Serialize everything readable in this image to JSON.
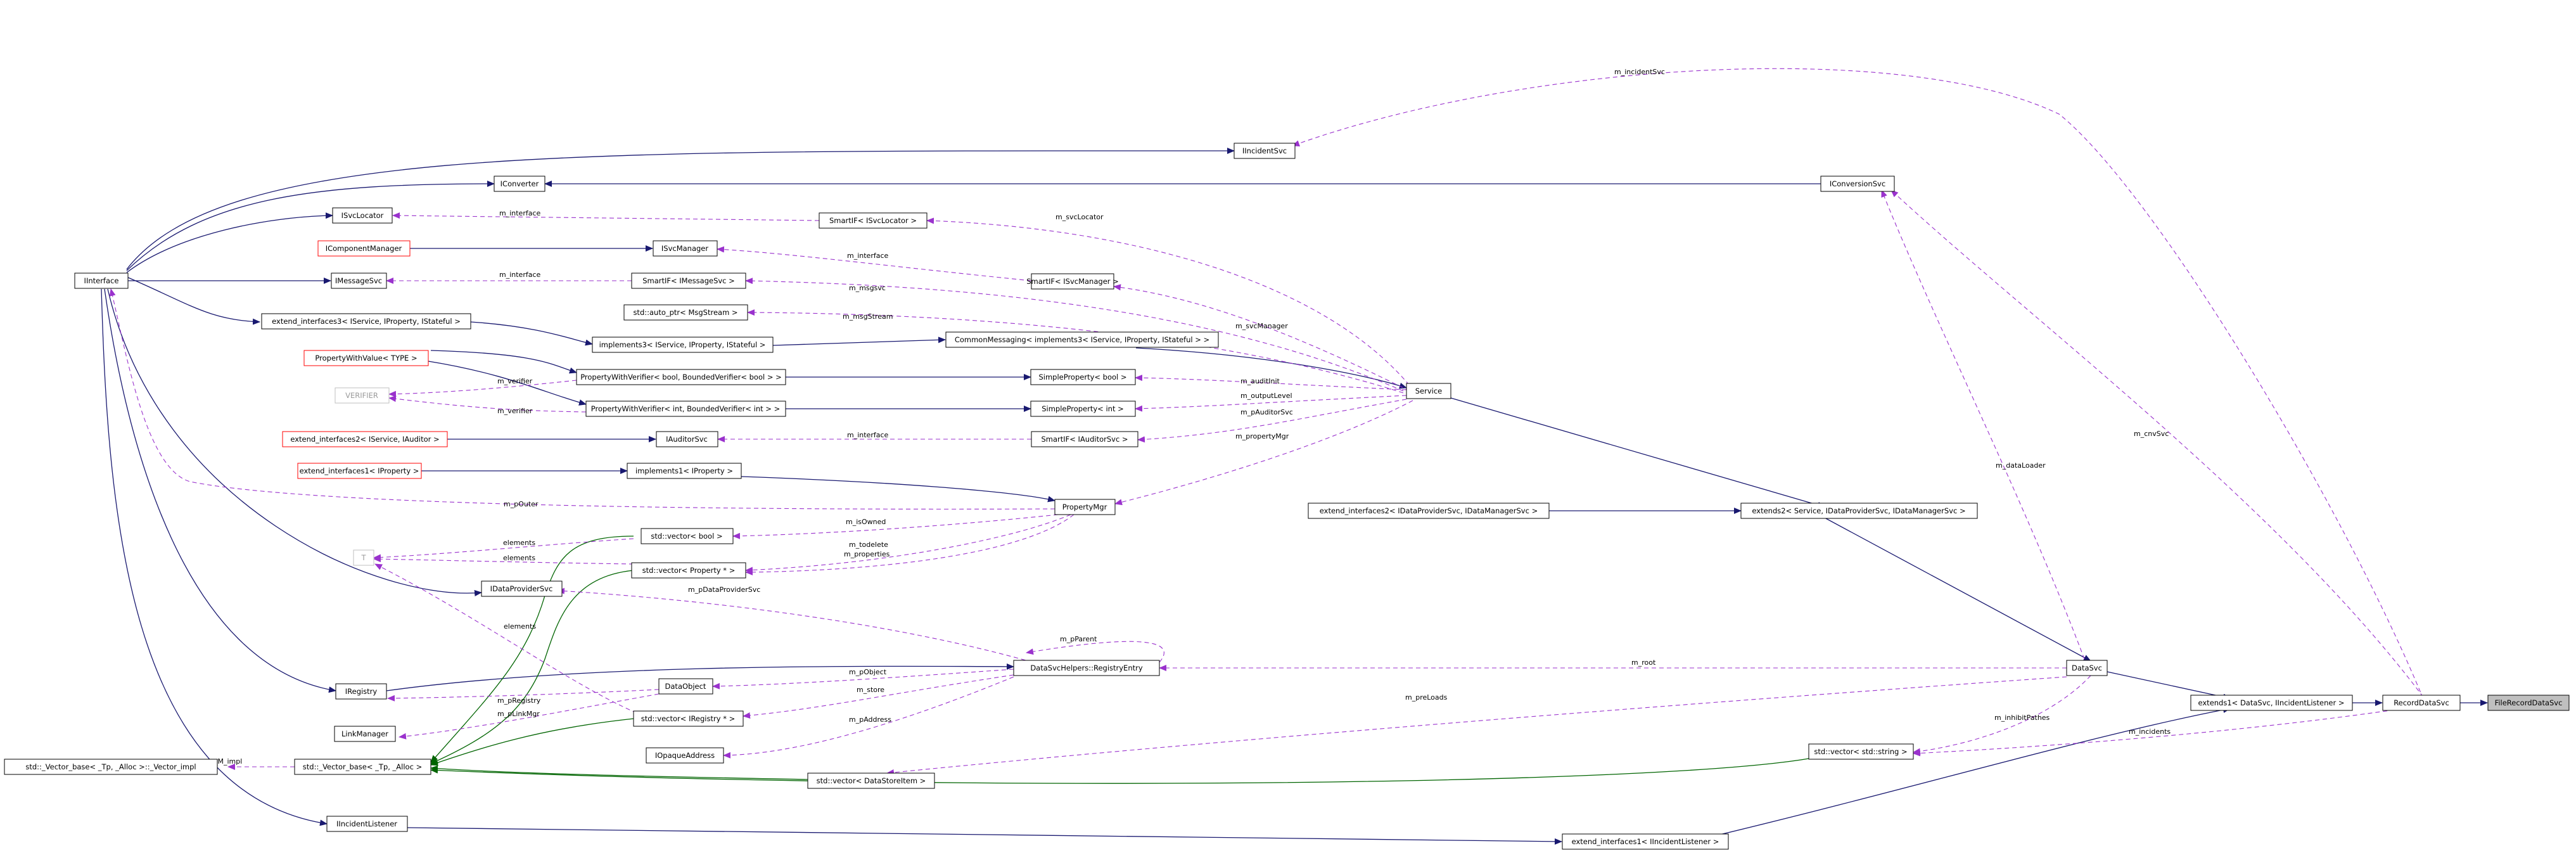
{
  "nodes": {
    "FileRecordDataSvc": "FileRecordDataSvc",
    "RecordDataSvc": "RecordDataSvc",
    "extends1_DataSvc": "extends1< DataSvc, IIncidentListener >",
    "DataSvc": "DataSvc",
    "extends2_Service": "extends2< Service, IDataProviderSvc, IDataManagerSvc >",
    "extend_interfaces2_IDP": "extend_interfaces2< IDataProviderSvc, IDataManagerSvc >",
    "Service": "Service",
    "CommonMessaging": "CommonMessaging< implements3< IService, IProperty, IStateful > >",
    "implements3": "implements3< IService, IProperty, IStateful >",
    "extend_interfaces3": "extend_interfaces3< IService, IProperty, IStateful >",
    "IInterface": "IInterface",
    "IConverter": "IConverter",
    "IIncidentSvc": "IIncidentSvc",
    "IConversionSvc": "IConversionSvc",
    "ISvcLocator": "ISvcLocator",
    "SmartIF_ISvcLocator": "SmartIF< ISvcLocator >",
    "IComponentManager": "IComponentManager",
    "ISvcManager": "ISvcManager",
    "SmartIF_ISvcManager": "SmartIF< ISvcManager >",
    "IMessageSvc": "IMessageSvc",
    "SmartIF_IMessageSvc": "SmartIF< IMessageSvc >",
    "auto_ptr_MsgStream": "std::auto_ptr< MsgStream >",
    "PropertyWithValue": "PropertyWithValue< TYPE >",
    "PWV_bool": "PropertyWithVerifier< bool, BoundedVerifier< bool > >",
    "SimpleProperty_bool": "SimpleProperty< bool >",
    "VERIFIER": "VERIFIER",
    "PWV_int": "PropertyWithVerifier< int, BoundedVerifier< int > >",
    "SimpleProperty_int": "SimpleProperty< int >",
    "extend_interfaces2_IAuditor": "extend_interfaces2< IService, IAuditor >",
    "IAuditorSvc": "IAuditorSvc",
    "SmartIF_IAuditorSvc": "SmartIF< IAuditorSvc >",
    "extend_interfaces1_IProperty": "extend_interfaces1< IProperty >",
    "implements1_IProperty": "implements1< IProperty >",
    "PropertyMgr": "PropertyMgr",
    "T": "T",
    "vector_bool": "std::vector< bool >",
    "vector_Property": "std::vector< Property * >",
    "IDataProviderSvc": "IDataProviderSvc",
    "IRegistry": "IRegistry",
    "DataObject": "DataObject",
    "RegistryEntry": "DataSvcHelpers::RegistryEntry",
    "LinkManager": "LinkManager",
    "vector_IRegistry": "std::vector< IRegistry * >",
    "Vector_impl": "std::_Vector_base< _Tp, _Alloc >::_Vector_impl",
    "Vector_base": "std::_Vector_base< _Tp, _Alloc >",
    "IOpaqueAddress": "IOpaqueAddress",
    "vector_DataStoreItem": "std::vector< DataStoreItem >",
    "vector_string": "std::vector< std::string >",
    "IIncidentListener": "IIncidentListener",
    "extend_interfaces1_IIL": "extend_interfaces1< IIncidentListener >"
  },
  "edge_labels": {
    "m_incidentSvc": "m_incidentSvc",
    "m_interface_svclocator": "m_interface",
    "m_svcLocator": "m_svcLocator",
    "m_interface_svcmanager": "m_interface",
    "m_interface_msgsvc": "m_interface",
    "m_msgsvc": "m_msgsvc",
    "m_msgStream": "m_msgStream",
    "m_svcManager": "m_svcManager",
    "m_auditInit": "m_auditInit",
    "m_verifier_bool": "m_verifier",
    "m_outputLevel": "m_outputLevel",
    "m_verifier_int": "m_verifier",
    "m_pAuditorSvc": "m_pAuditorSvc",
    "m_interface_auditor": "m_interface",
    "m_propertyMgr": "m_propertyMgr",
    "m_pOuter": "m_pOuter",
    "m_isOwned": "m_isOwned",
    "elements_bool": "elements",
    "elements_property": "elements",
    "m_todelete": "m_todelete",
    "m_properties": "m_properties",
    "m_pDataProviderSvc": "m_pDataProviderSvc",
    "elements_registry": "elements",
    "m_pParent": "m_pParent",
    "m_pObject": "m_pObject",
    "m_store": "m_store",
    "m_pRegistry": "m_pRegistry",
    "m_pLinkMgr": "m_pLinkMgr",
    "m_pAddress": "m_pAddress",
    "M_impl": "_M_impl",
    "m_root": "m_root",
    "m_preLoads": "m_preLoads",
    "m_inhibitPathes": "m_inhibitPathes",
    "m_incidents": "m_incidents",
    "m_dataLoader": "m_dataLoader",
    "m_cnvSvc": "m_cnvSvc"
  }
}
